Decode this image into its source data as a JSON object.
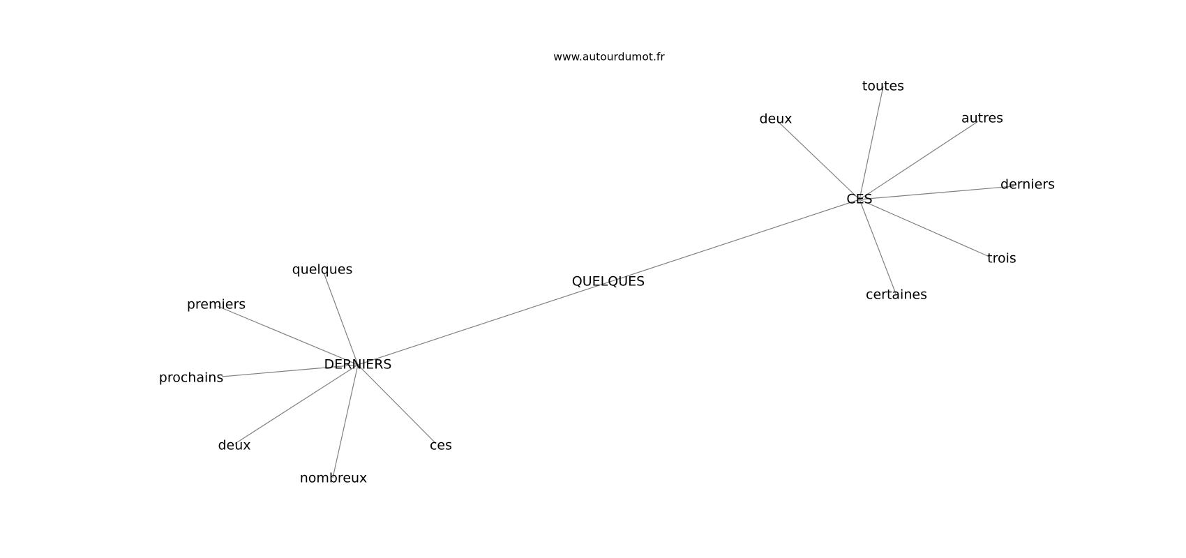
{
  "site": "www.autourdumot.fr",
  "nodes": {
    "quelques_center": "QUELQUES",
    "ces_hub": "CES",
    "derniers_hub": "DERNIERS",
    "ces_toutes": "toutes",
    "ces_deux": "deux",
    "ces_autres": "autres",
    "ces_derniers": "derniers",
    "ces_trois": "trois",
    "ces_certaines": "certaines",
    "der_quelques": "quelques",
    "der_premiers": "premiers",
    "der_prochains": "prochains",
    "der_deux": "deux",
    "der_nombreux": "nombreux",
    "der_ces": "ces"
  }
}
